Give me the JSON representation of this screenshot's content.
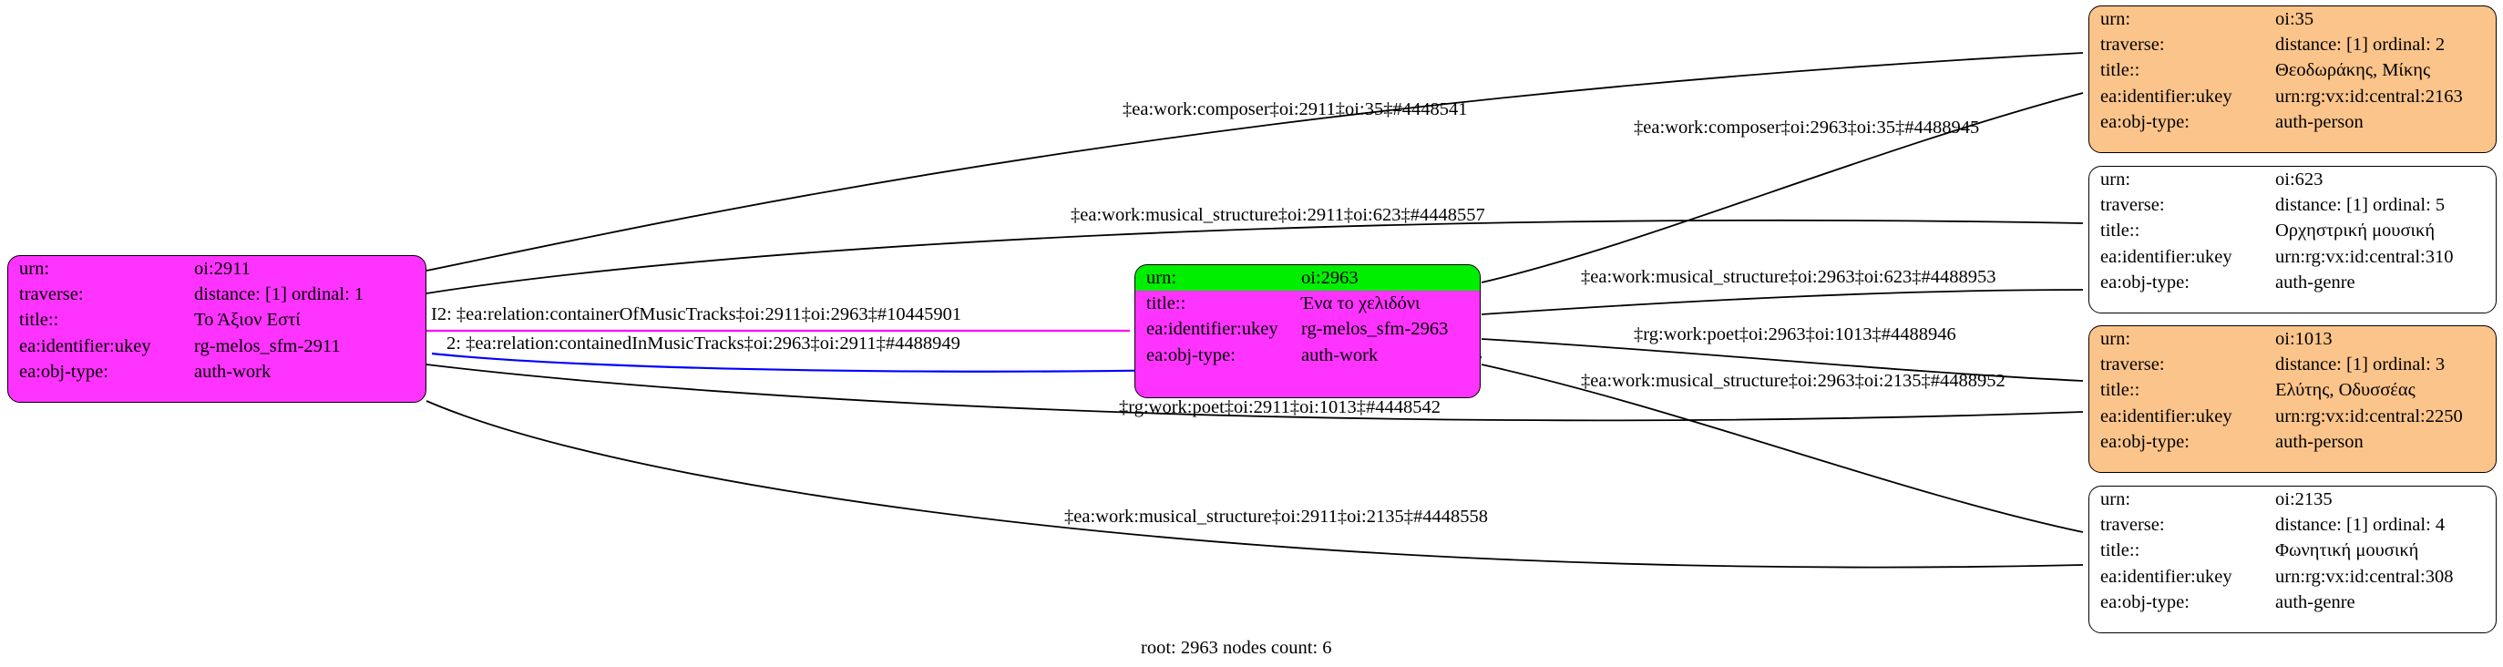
{
  "graph": {
    "caption": "root: 2963 nodes count: 6",
    "colors": {
      "node_work_fill": "#ff33ff",
      "node_person_fill": "#fbc48a",
      "node_genre_fill": "#ffffff",
      "highlight_row_fill": "#00ee00",
      "edge_default": "#000000",
      "edge_container_of": "#ff00ff",
      "edge_contained_in": "#0000ff"
    },
    "nodes": [
      {
        "id": "oi:2911",
        "fill": "magenta",
        "rows": [
          {
            "key": "urn:",
            "value": "oi:2911"
          },
          {
            "key": "traverse:",
            "value": "distance: [1]    ordinal: 1"
          },
          {
            "key": "title::",
            "value": "Το Άξιον Εστί"
          },
          {
            "key": "ea:identifier:ukey",
            "value": "rg-melos_sfm-2911"
          },
          {
            "key": "ea:obj-type:",
            "value": "auth-work"
          }
        ]
      },
      {
        "id": "oi:2963",
        "fill": "magenta",
        "rows": [
          {
            "key": "urn:",
            "value": "oi:2963",
            "highlight": true
          },
          {
            "key": "title::",
            "value": "Ένα το χελιδόνι"
          },
          {
            "key": "ea:identifier:ukey",
            "value": "rg-melos_sfm-2963"
          },
          {
            "key": "ea:obj-type:",
            "value": "auth-work"
          }
        ]
      },
      {
        "id": "oi:35",
        "fill": "orange",
        "rows": [
          {
            "key": "urn:",
            "value": "oi:35"
          },
          {
            "key": "traverse:",
            "value": "distance: [1]     ordinal: 2"
          },
          {
            "key": "title::",
            "value": "Θεοδωράκης, Μίκης"
          },
          {
            "key": "ea:identifier:ukey",
            "value": "urn:rg:vx:id:central:2163"
          },
          {
            "key": "ea:obj-type:",
            "value": "auth-person"
          }
        ]
      },
      {
        "id": "oi:623",
        "fill": "white",
        "rows": [
          {
            "key": "urn:",
            "value": "oi:623"
          },
          {
            "key": "traverse:",
            "value": "distance: [1]     ordinal: 5"
          },
          {
            "key": "title::",
            "value": "Ορχηστρική μουσική"
          },
          {
            "key": "ea:identifier:ukey",
            "value": "urn:rg:vx:id:central:310"
          },
          {
            "key": "ea:obj-type:",
            "value": "auth-genre"
          }
        ]
      },
      {
        "id": "oi:1013",
        "fill": "orange",
        "rows": [
          {
            "key": "urn:",
            "value": "oi:1013"
          },
          {
            "key": "traverse:",
            "value": "distance: [1]     ordinal: 3"
          },
          {
            "key": "title::",
            "value": "Ελύτης, Οδυσσέας"
          },
          {
            "key": "ea:identifier:ukey",
            "value": "urn:rg:vx:id:central:2250"
          },
          {
            "key": "ea:obj-type:",
            "value": "auth-person"
          }
        ]
      },
      {
        "id": "oi:2135",
        "fill": "white",
        "rows": [
          {
            "key": "urn:",
            "value": "oi:2135"
          },
          {
            "key": "traverse:",
            "value": "distance: [1]     ordinal: 4"
          },
          {
            "key": "title::",
            "value": "Φωνητική μουσική"
          },
          {
            "key": "ea:identifier:ukey",
            "value": "urn:rg:vx:id:central:308"
          },
          {
            "key": "ea:obj-type:",
            "value": "auth-genre"
          }
        ]
      }
    ],
    "edges": [
      {
        "from": "oi:2911",
        "to": "oi:35",
        "label": "‡ea:work:composer‡oi:2911‡oi:35‡#4448541"
      },
      {
        "from": "oi:2963",
        "to": "oi:35",
        "label": "‡ea:work:composer‡oi:2963‡oi:35‡#4488945"
      },
      {
        "from": "oi:2911",
        "to": "oi:623",
        "label": "‡ea:work:musical_structure‡oi:2911‡oi:623‡#4448557"
      },
      {
        "from": "oi:2963",
        "to": "oi:623",
        "label": "‡ea:work:musical_structure‡oi:2963‡oi:623‡#4488953"
      },
      {
        "from": "oi:2911",
        "to": "oi:2963",
        "label": "I2: ‡ea:relation:containerOfMusicTracks‡oi:2911‡oi:2963‡#10445901"
      },
      {
        "from": "oi:2963",
        "to": "oi:2911",
        "label": "2: ‡ea:relation:containedInMusicTracks‡oi:2963‡oi:2911‡#4488949"
      },
      {
        "from": "oi:2963",
        "to": "oi:1013",
        "label": "‡rg:work:poet‡oi:2963‡oi:1013‡#4488946"
      },
      {
        "from": "oi:2963",
        "to": "oi:2135",
        "label": "‡ea:work:musical_structure‡oi:2963‡oi:2135‡#4488952"
      },
      {
        "from": "oi:2911",
        "to": "oi:1013",
        "label": "‡rg:work:poet‡oi:2911‡oi:1013‡#4448542"
      },
      {
        "from": "oi:2911",
        "to": "oi:2135",
        "label": "‡ea:work:musical_structure‡oi:2911‡oi:2135‡#4448558"
      }
    ]
  }
}
